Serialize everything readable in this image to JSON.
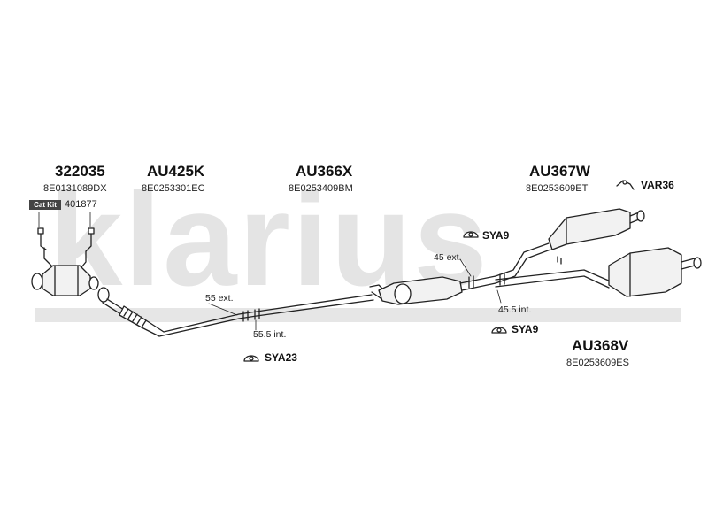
{
  "watermark": "klarius",
  "parts": {
    "p1": {
      "code": "322035",
      "ref": "8E0131089DX"
    },
    "p2": {
      "code": "AU425K",
      "ref": "8E0253301EC"
    },
    "p3": {
      "code": "AU366X",
      "ref": "8E0253409BM"
    },
    "p4": {
      "code": "AU367W",
      "ref": "8E0253609ET"
    },
    "p5": {
      "code": "AU368V",
      "ref": "8E0253609ES"
    },
    "p6": {
      "code": "VAR36"
    }
  },
  "catkit": {
    "badge": "Cat Kit",
    "number": "401877"
  },
  "hangers": {
    "h1": "SYA9",
    "h2": "SYA9",
    "h3": "SYA23"
  },
  "clamps": {
    "c1": "55 ext.",
    "c2": "55.5 int.",
    "c3": "45 ext.",
    "c4": "45.5 int."
  },
  "colors": {
    "line": "#222222",
    "fill": "#f2f2f2",
    "watermark": "#e4e4e4"
  }
}
